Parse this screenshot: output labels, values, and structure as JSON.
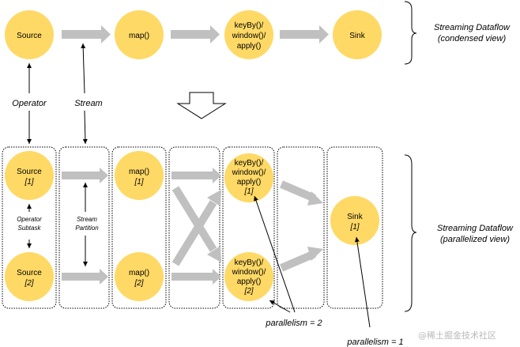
{
  "condensed": {
    "nodes": {
      "source": "Source",
      "map": "map()",
      "keyby": [
        "keyBy()/",
        "window()/",
        "apply()"
      ],
      "sink": "Sink"
    },
    "label": [
      "Streaming Dataflow",
      "(condensed view)"
    ]
  },
  "annotations": {
    "operator": "Operator",
    "stream": "Stream",
    "operator_subtask": [
      "Operator",
      "Subtask"
    ],
    "stream_partition": [
      "Stream",
      "Partition"
    ],
    "parallelism_2": "parallelism = 2",
    "parallelism_1": "parallelism = 1"
  },
  "parallel": {
    "source": [
      "Source",
      "[1]",
      "[2]"
    ],
    "map": [
      "map()",
      "[1]",
      "[2]"
    ],
    "keyby": [
      "keyBy()/",
      "window()/",
      "apply()",
      "[1]",
      "[2]"
    ],
    "sink": [
      "Sink",
      "[1]"
    ],
    "label": [
      "Streaming Dataflow",
      "(parallelized view)"
    ]
  },
  "watermark": "@稀土掘金技术社区",
  "colors": {
    "node_fill": "#FFD966",
    "arrow_gray": "#C0C0C0"
  }
}
